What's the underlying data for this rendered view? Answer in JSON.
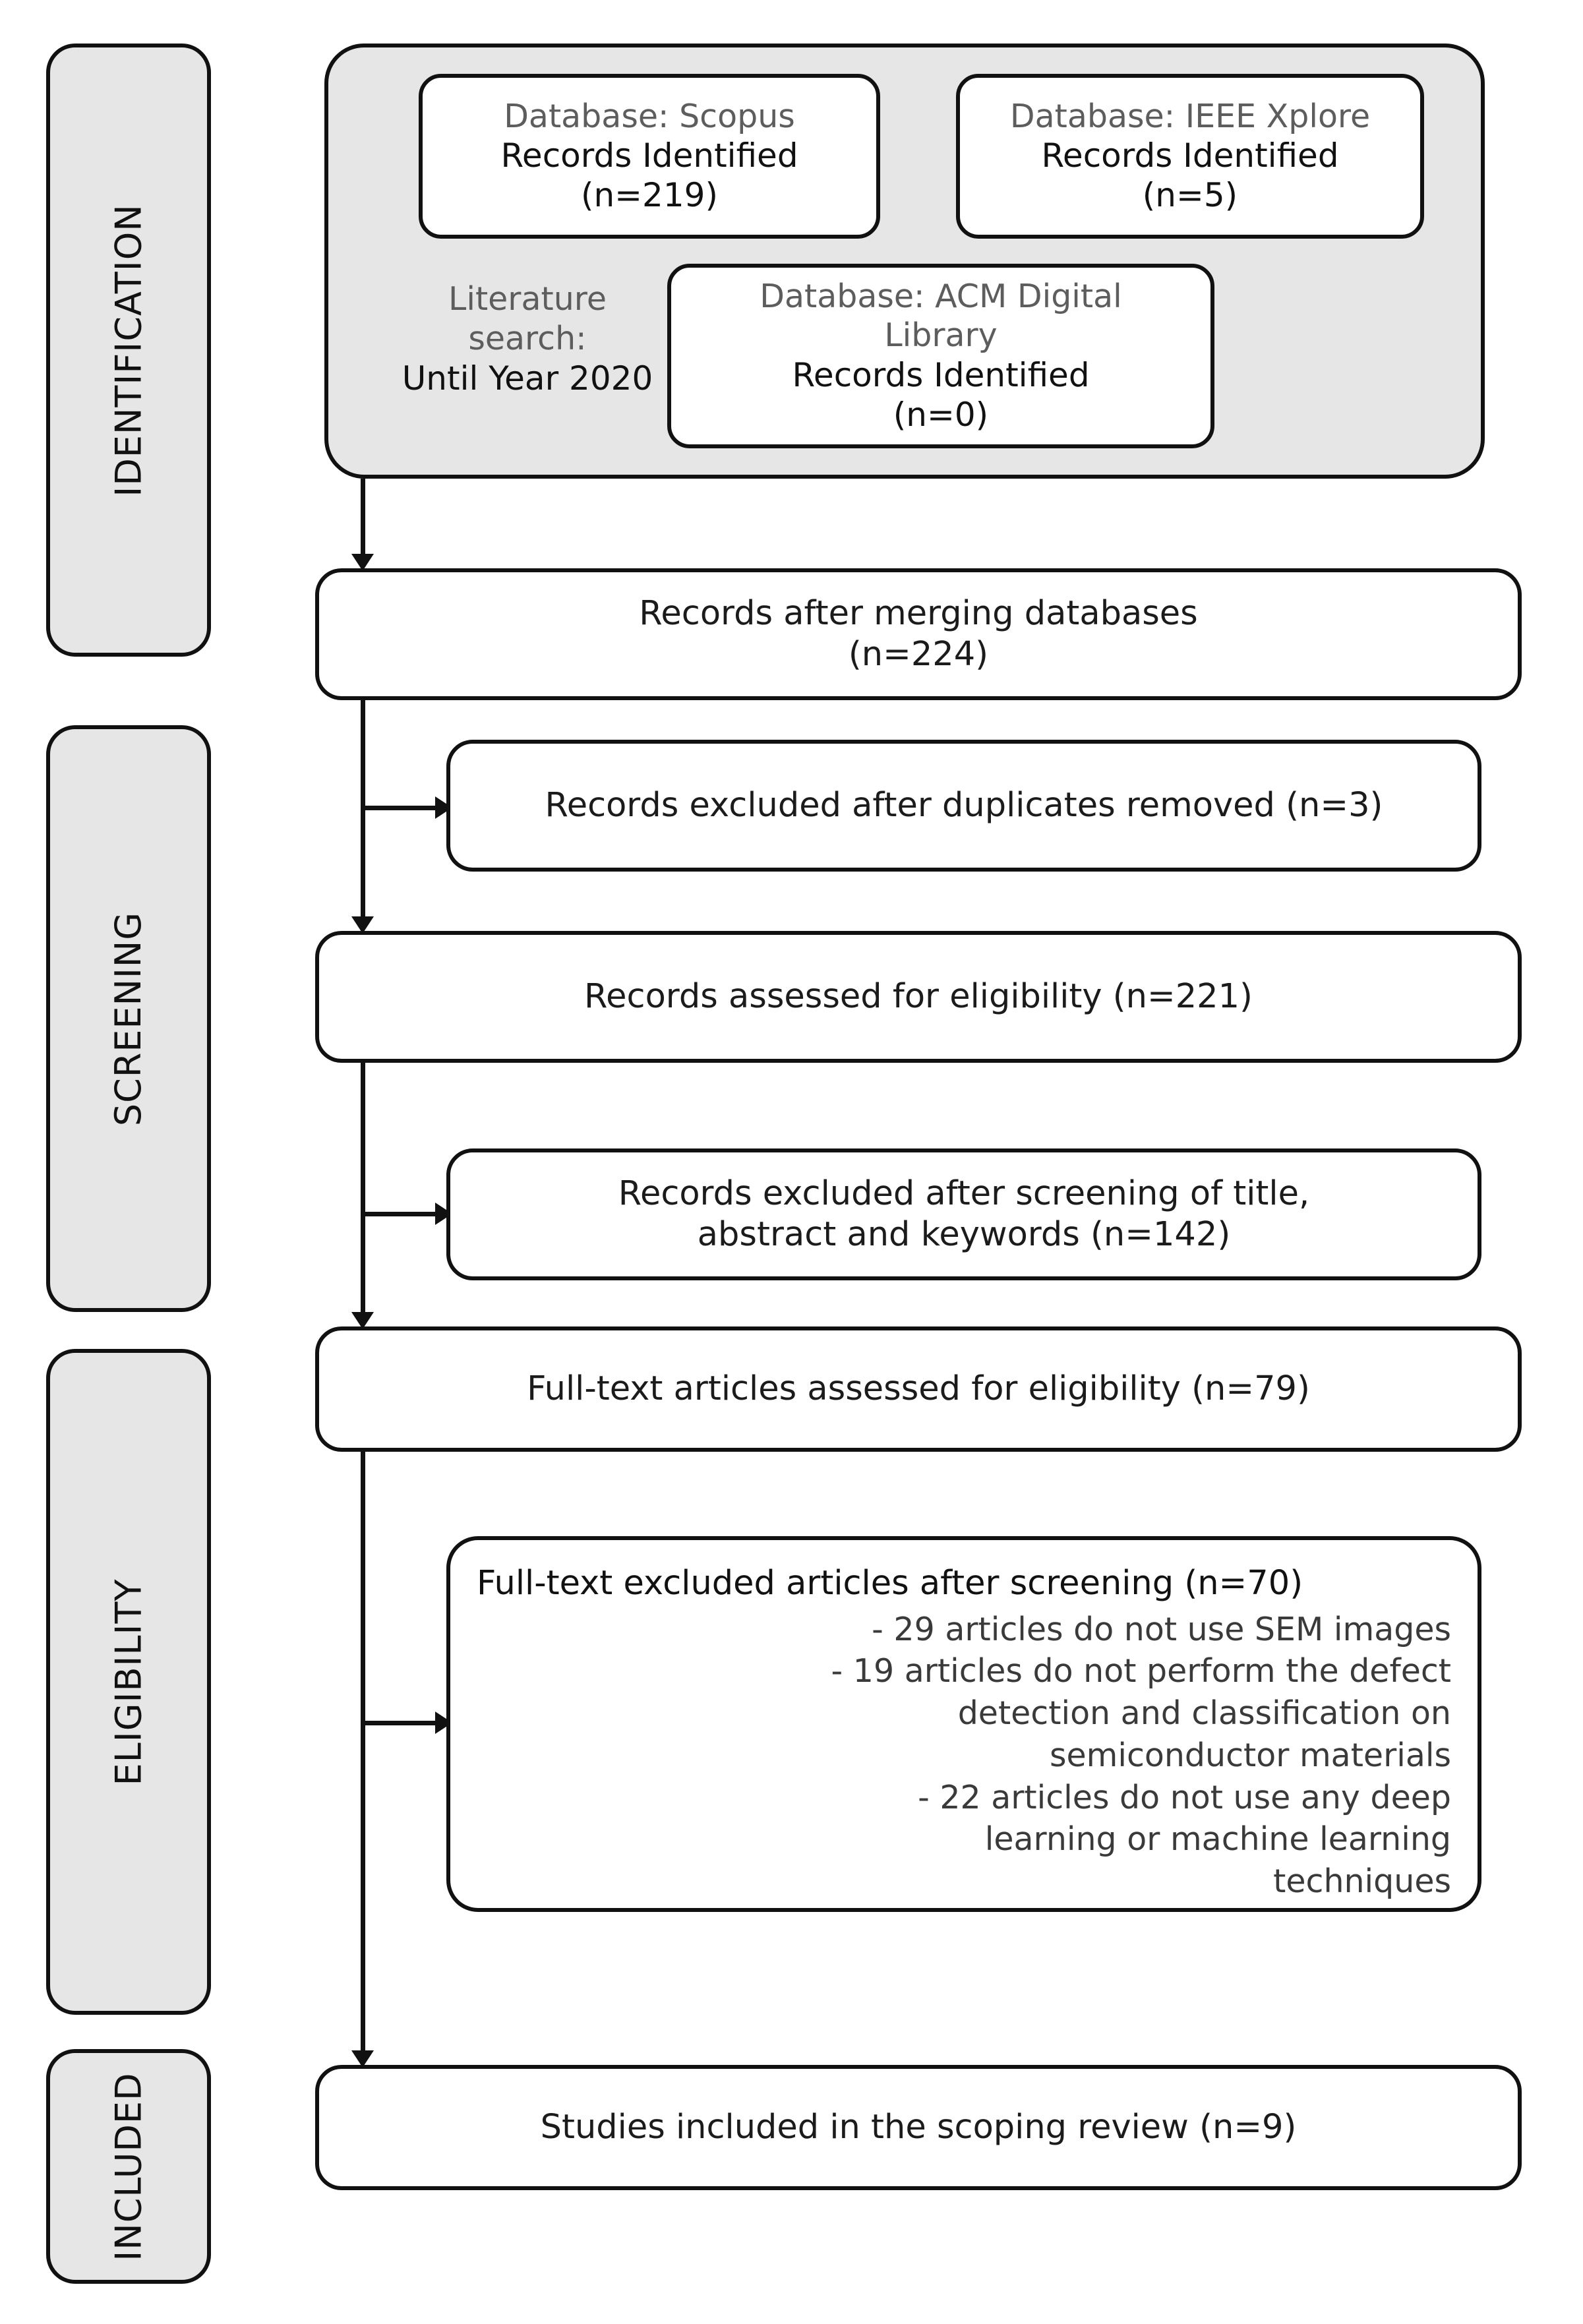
{
  "diagram": {
    "title": "PRISMA Scoping Review Flow Diagram",
    "colors": {
      "stage_fill": "#e6e6e6",
      "group_fill": "#e6e6e6",
      "box_fill": "#ffffff",
      "stroke": "#111111",
      "muted_text": "#5d5d5d",
      "text": "#1b1b1b"
    }
  },
  "stages": [
    {
      "id": "identification",
      "label": "IDENTIFICATION"
    },
    {
      "id": "screening",
      "label": "SCREENING"
    },
    {
      "id": "eligibility",
      "label": "ELIGIBILITY"
    },
    {
      "id": "included",
      "label": "INCLUDED"
    }
  ],
  "identification": {
    "literature_search": {
      "label": "Literature search:",
      "value": "Until Year 2020"
    },
    "databases": [
      {
        "id": "scopus",
        "source": "Database: Scopus",
        "metric": "Records Identified",
        "count": "(n=219)"
      },
      {
        "id": "ieee-xplore",
        "source": "Database: IEEE Xplore",
        "metric": "Records Identified",
        "count": "(n=5)"
      },
      {
        "id": "acm-digital-library",
        "source_line1": "Database: ACM Digital",
        "source_line2": "Library",
        "metric": "Records Identified",
        "count": "(n=0)"
      }
    ]
  },
  "flow": {
    "merged": {
      "line1": "Records after merging databases",
      "line2": "(n=224)"
    },
    "duplicates_excluded": {
      "line1": "Records excluded after duplicates removed (n=3)"
    },
    "assessed_eligibility": {
      "line1": "Records assessed for eligibility (n=221)"
    },
    "screening_excluded": {
      "line1": "Records excluded after screening of title,",
      "line2": "abstract and keywords (n=142)"
    },
    "fulltext_assessed": {
      "line1": "Full-text articles assessed for eligibility (n=79)"
    },
    "fulltext_excluded": {
      "title": "Full-text excluded articles after screening (n=70)",
      "items": [
        "-  29 articles do not use SEM images",
        "- 19 articles do not perform the defect",
        "detection and classification on",
        "semiconductor materials",
        "- 22 articles do not use any deep",
        "learning or machine learning",
        "techniques"
      ]
    },
    "included_studies": {
      "line1": "Studies included in the scoping review (n=9)"
    }
  },
  "chart_data": {
    "type": "diagram",
    "title": "PRISMA Scoping Review Flow Diagram",
    "stages": [
      "IDENTIFICATION",
      "SCREENING",
      "ELIGIBILITY",
      "INCLUDED"
    ],
    "nodes": [
      {
        "stage": "IDENTIFICATION",
        "label": "Database: Scopus Records Identified",
        "n": 219
      },
      {
        "stage": "IDENTIFICATION",
        "label": "Database: IEEE Xplore Records Identified",
        "n": 5
      },
      {
        "stage": "IDENTIFICATION",
        "label": "Database: ACM Digital Library Records Identified",
        "n": 0
      },
      {
        "stage": "IDENTIFICATION",
        "label": "Records after merging databases",
        "n": 224
      },
      {
        "stage": "SCREENING",
        "label": "Records excluded after duplicates removed",
        "n": 3
      },
      {
        "stage": "SCREENING",
        "label": "Records assessed for eligibility",
        "n": 221
      },
      {
        "stage": "SCREENING",
        "label": "Records excluded after screening of title, abstract and keywords",
        "n": 142
      },
      {
        "stage": "ELIGIBILITY",
        "label": "Full-text articles assessed for eligibility",
        "n": 79
      },
      {
        "stage": "ELIGIBILITY",
        "label": "Full-text excluded articles after screening",
        "n": 70
      },
      {
        "stage": "INCLUDED",
        "label": "Studies included in the scoping review",
        "n": 9
      }
    ],
    "exclusion_breakdown": [
      {
        "reason": "articles do not use SEM images",
        "n": 29
      },
      {
        "reason": "articles do not perform the defect detection and classification on semiconductor materials",
        "n": 19
      },
      {
        "reason": "articles do not use any deep learning or machine learning techniques",
        "n": 22
      }
    ],
    "search_limit": "Until Year 2020"
  }
}
